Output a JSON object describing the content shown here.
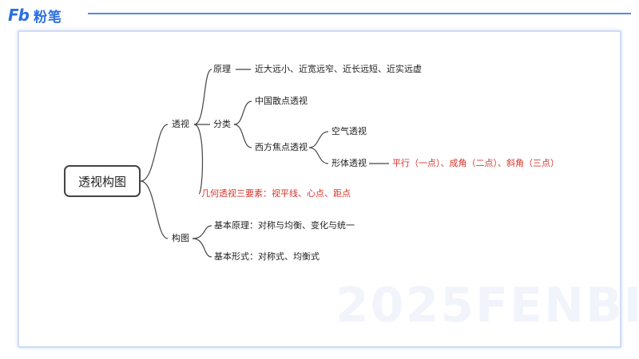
{
  "header": {
    "logo_mark": "Fb",
    "logo_text": "粉笔"
  },
  "watermark": "2025FENBI",
  "mindmap": {
    "root": "透视构图",
    "branch_perspective": "透视",
    "principle": "原理",
    "principle_detail": "近大远小、近宽远窄、近长远短、近实远虚",
    "classification": "分类",
    "chinese_scatter": "中国散点透视",
    "western_focus": "西方焦点透视",
    "air_perspective": "空气透视",
    "form_perspective": "形体透视",
    "form_detail": "平行（一点）、成角（二点）、斜角（三点）",
    "geometry_elements": "几何透视三要素：视平线、心点、距点",
    "branch_composition": "构图",
    "basic_principle": "基本原理：对称与均衡、变化与统一",
    "basic_form": "基本形式：对称式、均衡式"
  },
  "colors": {
    "brand": "#2b6fe0",
    "highlight": "#d8342c",
    "line": "#444444"
  }
}
